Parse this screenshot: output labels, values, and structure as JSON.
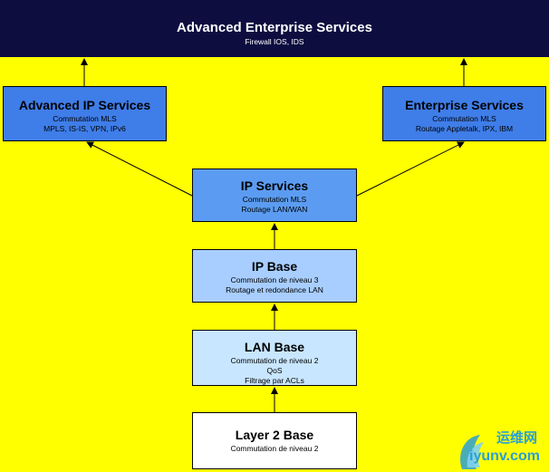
{
  "boxes": {
    "top": {
      "title": "Advanced Enterprise Services",
      "lines": [
        "Firewall IOS, IDS"
      ]
    },
    "advanced_ip": {
      "title": "Advanced IP Services",
      "lines": [
        "Commutation MLS",
        "MPLS, IS-IS, VPN, IPv6"
      ]
    },
    "enterprise": {
      "title": "Enterprise Services",
      "lines": [
        "Commutation MLS",
        "Routage Appletalk, IPX, IBM"
      ]
    },
    "ip_services": {
      "title": "IP Services",
      "lines": [
        "Commutation MLS",
        "Routage LAN/WAN"
      ]
    },
    "ip_base": {
      "title": "IP Base",
      "lines": [
        "Commutation de niveau 3",
        "Routage et redondance LAN"
      ]
    },
    "lan_base": {
      "title": "LAN Base",
      "lines": [
        "Commutation de niveau 2",
        "QoS",
        "Filtrage par ACLs"
      ]
    },
    "layer2_base": {
      "title": "Layer 2 Base",
      "lines": [
        "Commutation de niveau 2"
      ]
    }
  },
  "watermark": {
    "line1": "运维网",
    "line2": "iyunv.com"
  },
  "colors": {
    "background": "#ffff00",
    "top_box": "#0d0d40",
    "advanced_boxes": "#3f7de8",
    "ip_services": "#5b9cf2",
    "ip_base": "#a8ceff",
    "lan_base": "#c8e6ff",
    "layer2_base": "#ffffff"
  }
}
